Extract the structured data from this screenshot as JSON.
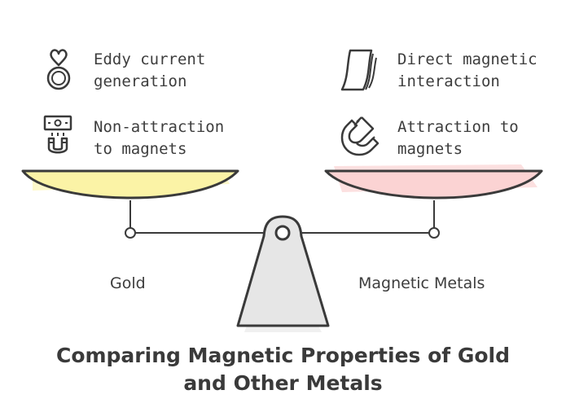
{
  "title": {
    "line1": "Comparing Magnetic Properties of Gold",
    "line2": "and Other Metals"
  },
  "left": {
    "name": "Gold",
    "pan_color": "#fbf3a6",
    "items": [
      {
        "icon": "ring-icon",
        "line1": "Eddy current",
        "line2": "generation"
      },
      {
        "icon": "cash-magnet-icon",
        "line1": "Non-attraction",
        "line2": "to magnets"
      }
    ]
  },
  "right": {
    "name": "Magnetic Metals",
    "pan_color": "#fbd3d3",
    "items": [
      {
        "icon": "paper-sheets-icon",
        "line1": "Direct magnetic",
        "line2": "interaction"
      },
      {
        "icon": "horseshoe-magnet-icon",
        "line1": "Attraction to",
        "line2": "magnets"
      }
    ]
  },
  "colors": {
    "stroke": "#3a3a3a",
    "fulcrum": "#e6e6e6"
  }
}
